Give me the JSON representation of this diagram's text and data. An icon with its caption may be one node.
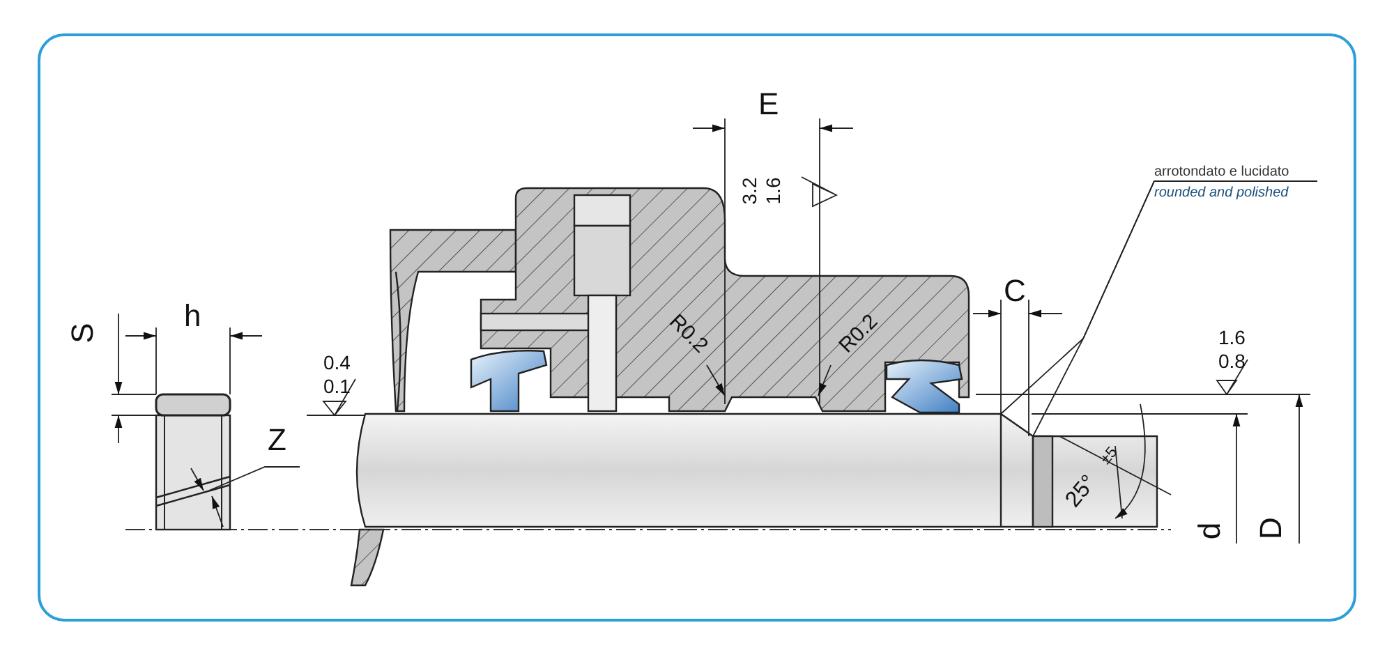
{
  "diagram": {
    "nodes": [
      {
        "text": [
          "R0.2"
        ]
      },
      {
        "text": [
          "R0.2"
        ]
      },
      {
        "text": [
          "arrotondato e lucidato",
          "rounded and polished"
        ]
      }
    ],
    "edges": [
      {
        "from": 0,
        "to": null,
        "arrow": "to"
      },
      {
        "from": 1,
        "to": null,
        "arrow": "to"
      },
      {
        "from": 2,
        "to": null,
        "arrow": "none"
      },
      {
        "from": 2,
        "to": null,
        "arrow": "none"
      }
    ],
    "labels": [
      "E",
      "3.2",
      "1.6",
      "C",
      "S",
      "h",
      "1.6",
      "0.8",
      "0.4",
      "0.1",
      "Z",
      "25°",
      "±5",
      "d",
      "D"
    ]
  }
}
